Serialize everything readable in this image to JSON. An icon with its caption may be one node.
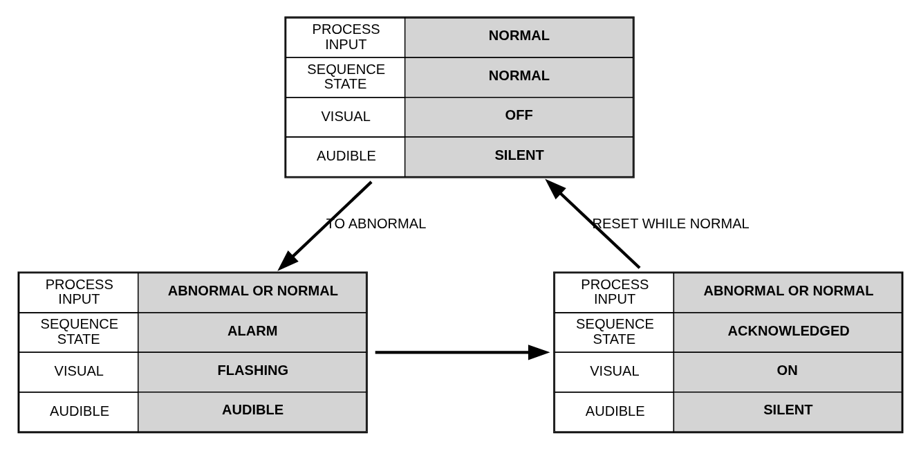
{
  "diagram": {
    "nodes": [
      {
        "text": [
          "PROCESS INPUT",
          "NORMAL",
          "SEQUENCE STATE",
          "NORMAL",
          "VISUAL",
          "OFF",
          "AUDIBLE",
          "SILENT"
        ]
      },
      {
        "text": [
          "PROCESS INPUT",
          "ABNORMAL OR NORMAL",
          "SEQUENCE STATE",
          "ACKNOWLEDGED",
          "VISUAL",
          "ON",
          "AUDIBLE",
          "SILENT"
        ]
      },
      {
        "text": [
          "PROCESS INPUT",
          "ABNORMAL OR NORMAL",
          "SEQUENCE STATE",
          "ALARM",
          "VISUAL",
          "FLASHING",
          "AUDIBLE",
          "AUDIBLE"
        ]
      }
    ],
    "edges": [
      {
        "from": 0,
        "to": 2,
        "arrow": "to",
        "label": "TO ABNORMAL"
      },
      {
        "from": 2,
        "to": 1,
        "arrow": "to"
      },
      {
        "from": 1,
        "to": 0,
        "arrow": "to",
        "label": "RESET WHILE NORMAL"
      }
    ]
  }
}
